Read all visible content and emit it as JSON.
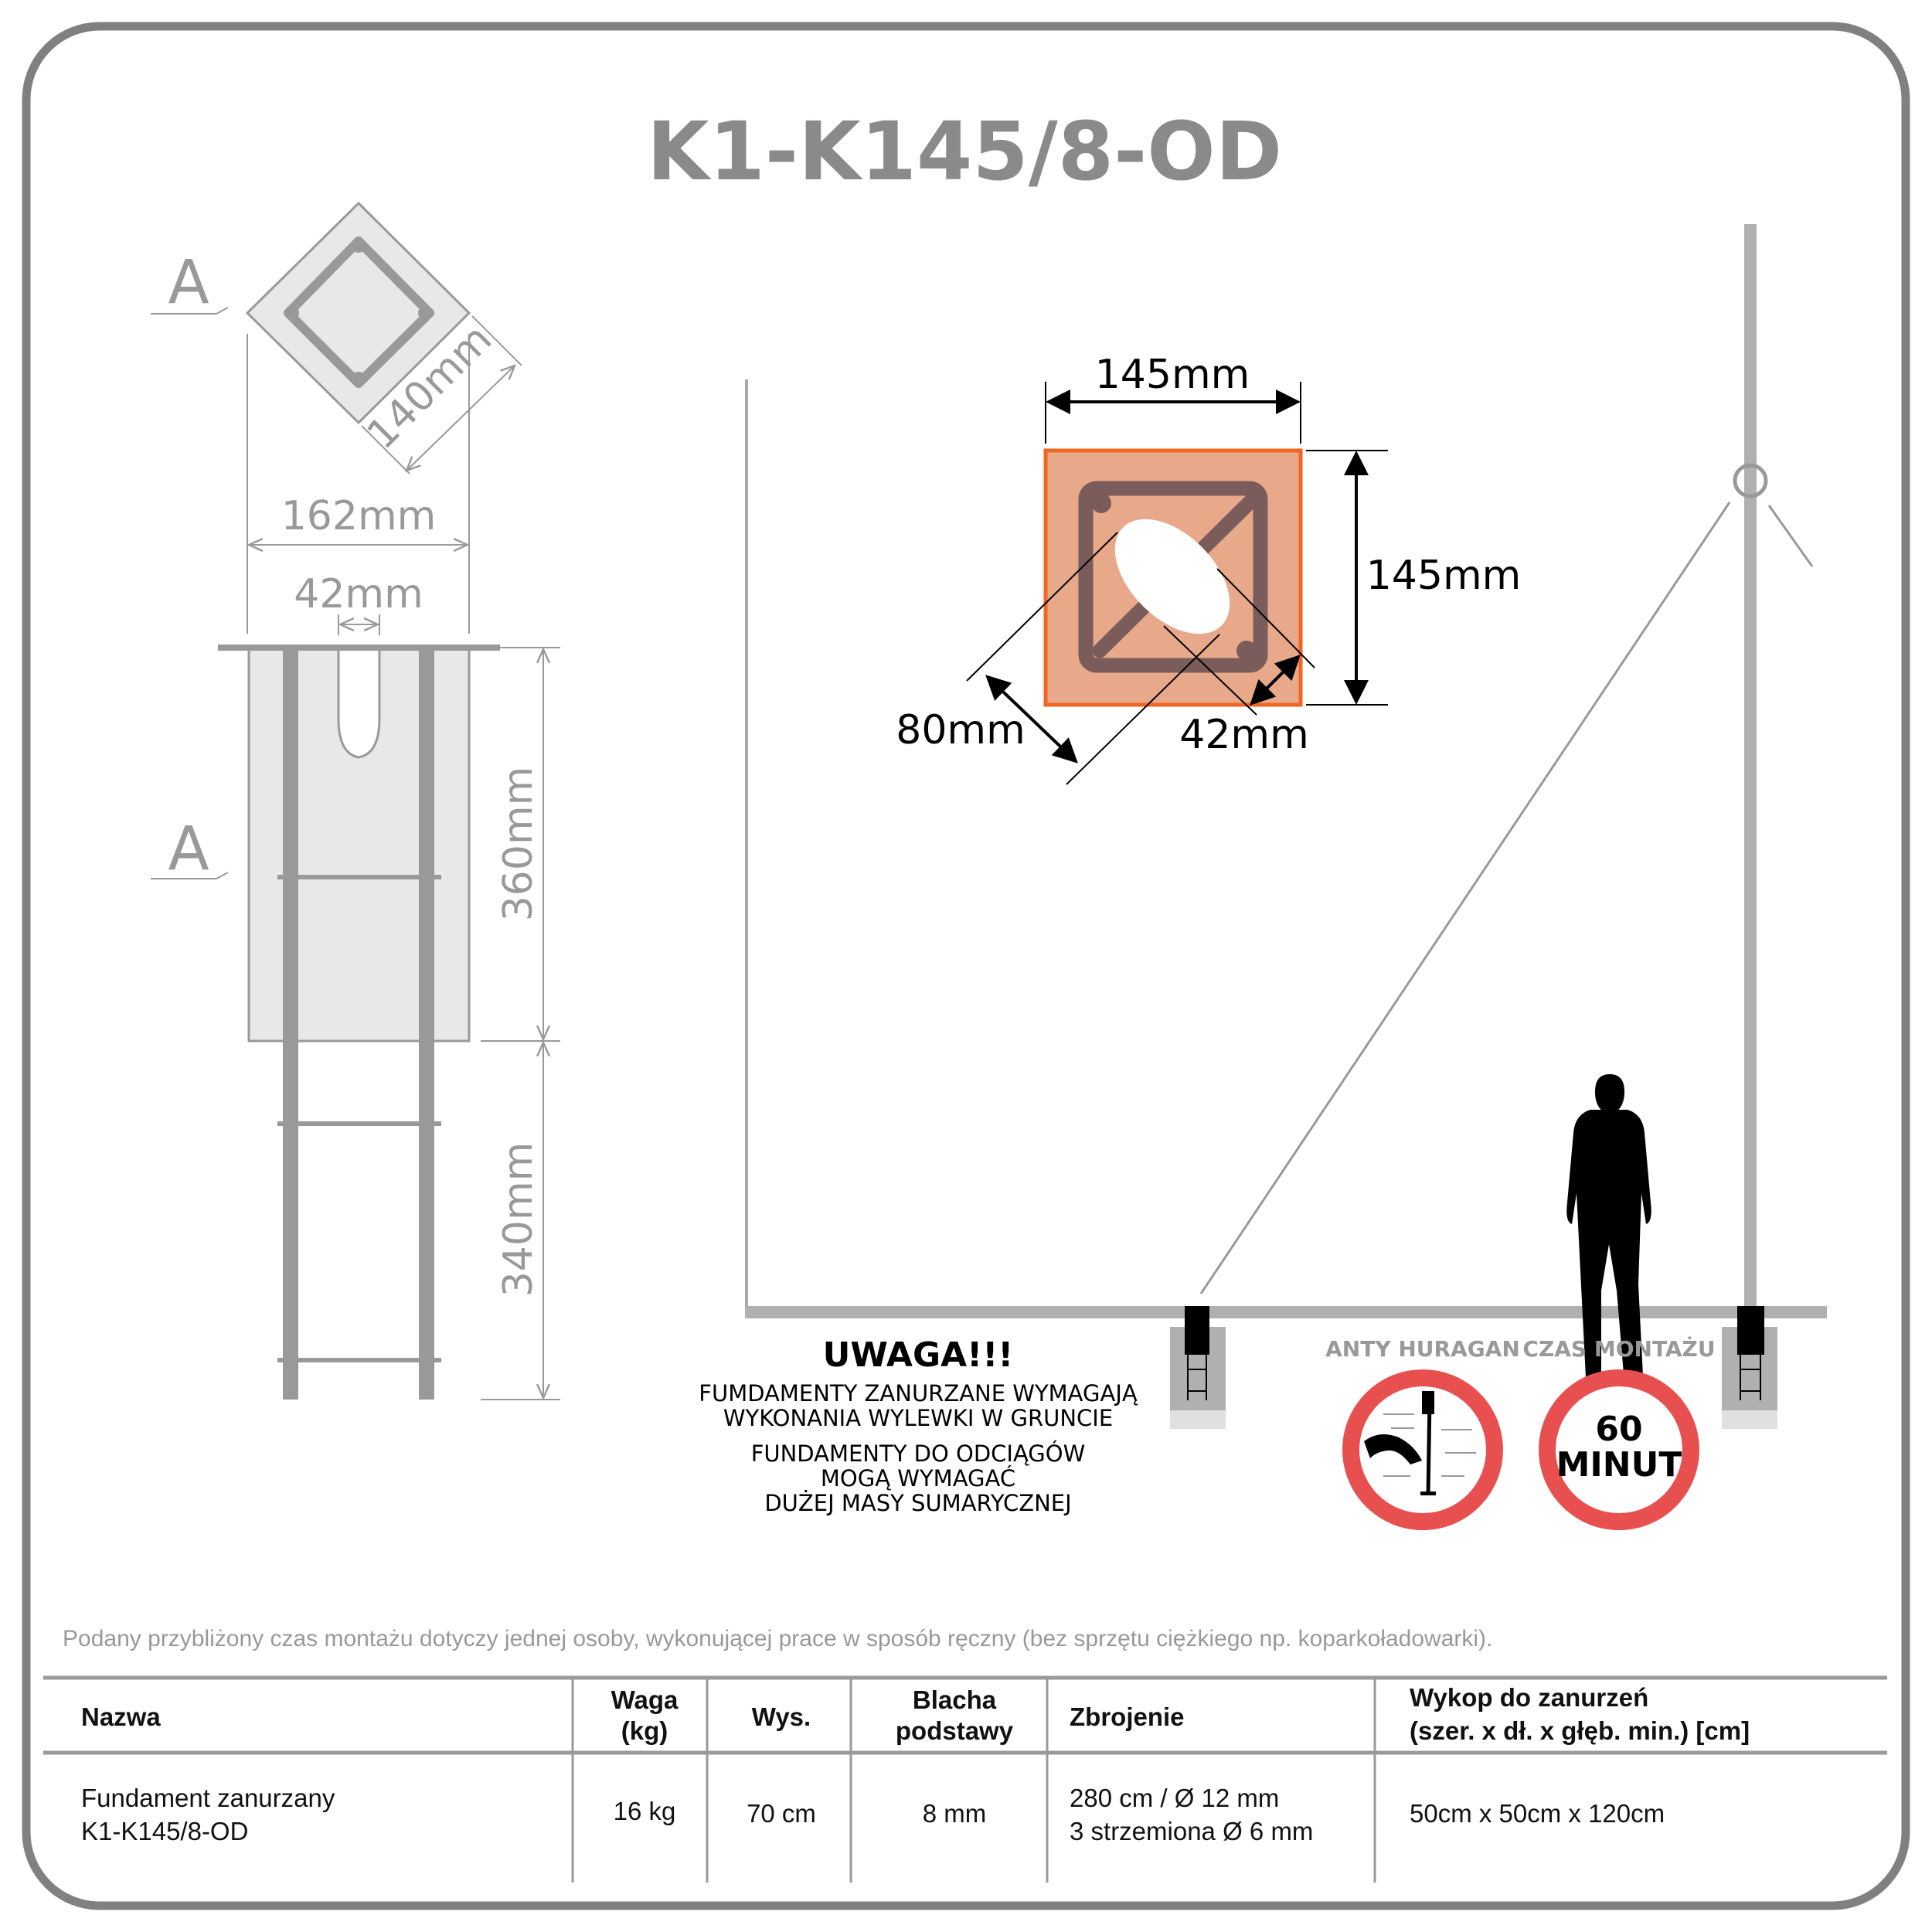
{
  "title": "K1-K145/8-OD",
  "section_label": "A",
  "left_dims": {
    "side": "140mm",
    "width": "162mm",
    "slot": "42mm",
    "upper": "360mm",
    "lower": "340mm"
  },
  "plate_dims": {
    "top": "145mm",
    "right": "145mm",
    "hole": "80mm",
    "bar": "42mm"
  },
  "warning": {
    "heading": "UWAGA!!!",
    "lines": [
      "FUMDAMENTY ZANURZANE WYMAGAJĄ",
      "WYKONANIA WYLEWKI W GRUNCIE",
      "FUNDAMENTY DO ODCIĄGÓW",
      "MOGĄ WYMAGAĆ",
      "DUŻEJ MASY SUMARYCZNEJ"
    ]
  },
  "badges": {
    "hurricane": {
      "label": "ANTY HURAGAN",
      "icon": "hurricane-lamp-icon"
    },
    "time": {
      "label": "CZAS MONTAŻU",
      "value": "60",
      "unit": "MINUT"
    }
  },
  "footnote": "Podany przybliżony czas montażu dotyczy jednej osoby, wykonującej prace w sposób ręczny (bez sprzętu ciężkiego np. koparkoładowarki).",
  "table": {
    "headers": {
      "name": "Nazwa",
      "weight": [
        "Waga",
        "(kg)"
      ],
      "height": "Wys.",
      "plate": [
        "Blacha",
        "podstawy"
      ],
      "rebar": "Zbrojenie",
      "dig": [
        "Wykop do zanurzeń",
        "(szer. x dł. x głęb. min.) [cm]"
      ]
    },
    "row": {
      "name": [
        "Fundament zanurzany",
        "K1-K145/8-OD"
      ],
      "weight": "16 kg",
      "height": "70 cm",
      "plate": "8 mm",
      "rebar": [
        "280 cm / Ø 12 mm",
        "3 strzemiona Ø 6 mm"
      ],
      "dig": "50cm x 50cm x 120cm"
    }
  },
  "colors": {
    "frame": "#808080",
    "title": "#8a8a8a",
    "plate_fill": "#e8a98a",
    "plate_stroke": "#f26522",
    "plate_bar": "#7a5c5a",
    "badge_red": "#e85050"
  }
}
